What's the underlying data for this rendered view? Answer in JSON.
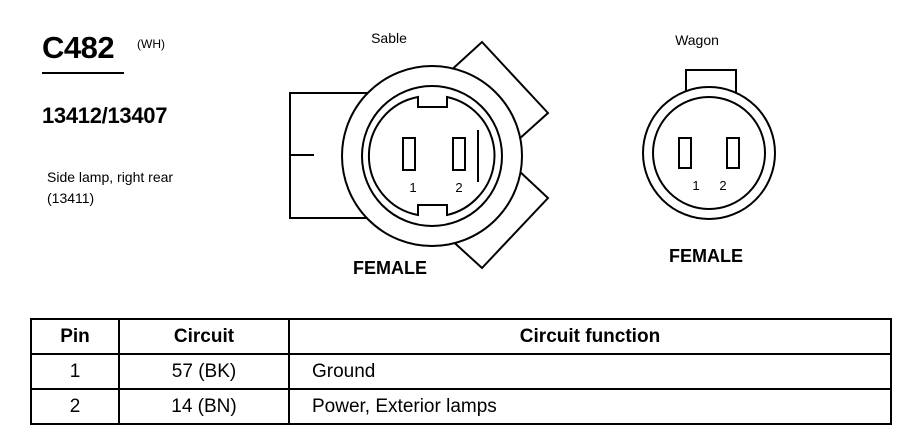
{
  "connector": {
    "id": "C482",
    "color_code": "(WH)",
    "part_numbers": "13412/13407",
    "description_line1": "Side lamp, right rear",
    "description_line2": "(13411)"
  },
  "views": [
    {
      "title": "Sable",
      "gender": "FEMALE",
      "pins": [
        "1",
        "2"
      ]
    },
    {
      "title": "Wagon",
      "gender": "FEMALE",
      "pins": [
        "1",
        "2"
      ]
    }
  ],
  "table": {
    "headers": [
      "Pin",
      "Circuit",
      "Circuit function"
    ],
    "rows": [
      {
        "pin": "1",
        "circuit": "57 (BK)",
        "function": "Ground"
      },
      {
        "pin": "2",
        "circuit": "14 (BN)",
        "function": "Power, Exterior lamps"
      }
    ]
  }
}
